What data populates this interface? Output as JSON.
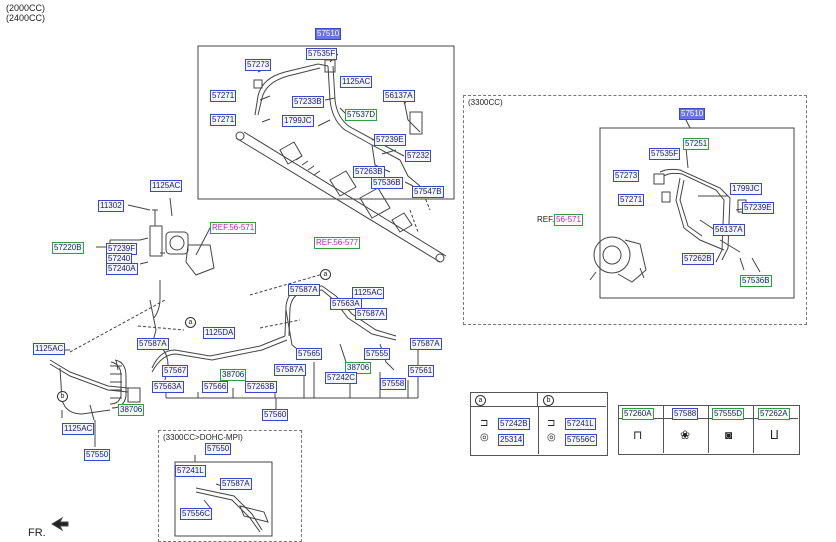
{
  "header": {
    "line1": "(2000CC)",
    "line2": "(2400CC)"
  },
  "variants": {
    "v3300": "(3300CC)",
    "dohc": "(3300CC>DOHC-MPI)"
  },
  "circle_labels": {
    "a": "a",
    "b": "b"
  },
  "footer": {
    "front": "FR."
  },
  "refs": {
    "r1": "REF.56-571",
    "r2": "REF.56-577",
    "r3_prefix": "REF.",
    "r3": "56-571"
  },
  "parts": {
    "p57510_main": "57510",
    "p57535f": "57535F",
    "p1125ac_top": "1125AC",
    "p57273": "57273",
    "p57271_a": "57271",
    "p57271_b": "57271",
    "p57233b": "57233B",
    "p56137a": "56137A",
    "p1799jc": "1799JC",
    "p57537d": "57537D",
    "p57239e": "57239E",
    "p57232": "57232",
    "p57263b_top": "57263B",
    "p57536b_top": "57536B",
    "p57547b": "57547B",
    "p1125ac_mid": "1125AC",
    "p11302": "11302",
    "p57220b": "57220B",
    "p57239f": "57239F",
    "p57240": "57240",
    "p57240a": "57240A",
    "p57587a_1": "57587A",
    "p1125ac_r": "1125AC",
    "p57563a_r": "57563A",
    "p57587a_2": "57587A",
    "p1125da": "1125DA",
    "p1125ac_l": "1125AC",
    "p57587a_3": "57587A",
    "p57567": "57567",
    "p57563a_l": "57563A",
    "p38706_mid": "38706",
    "p57566": "57566",
    "p57263b_mid": "57263B",
    "p57565": "57565",
    "p57587a_4": "57587A",
    "p57555": "57555",
    "p38706_r": "38706",
    "p57242c": "57242C",
    "p57587a_5": "57587A",
    "p57561": "57561",
    "p57558": "57558",
    "p57560": "57560",
    "p38706_l": "38706",
    "p1125ac_b": "1125AC",
    "p57550_main": "57550",
    "p57550_dohc": "57550",
    "p57241l_dohc": "57241L",
    "p57587a_dohc": "57587A",
    "p57556c_dohc": "57556C",
    "p57510_33": "57510",
    "p57535f_33": "57535F",
    "p57251": "57251",
    "p57273_33": "57273",
    "p1799jc_33": "1799JC",
    "p57271_33": "57271",
    "p57239e_33": "57239E",
    "p56137a_33": "56137A",
    "p57262b": "57262B",
    "p57536b_33": "57536B",
    "p57242b": "57242B",
    "p25314": "25314",
    "p57241l_t": "57241L",
    "p57556c_t": "57556C",
    "p57260a": "57260A",
    "p57588": "57588",
    "p57555d": "57555D",
    "p57262a": "57262A"
  }
}
